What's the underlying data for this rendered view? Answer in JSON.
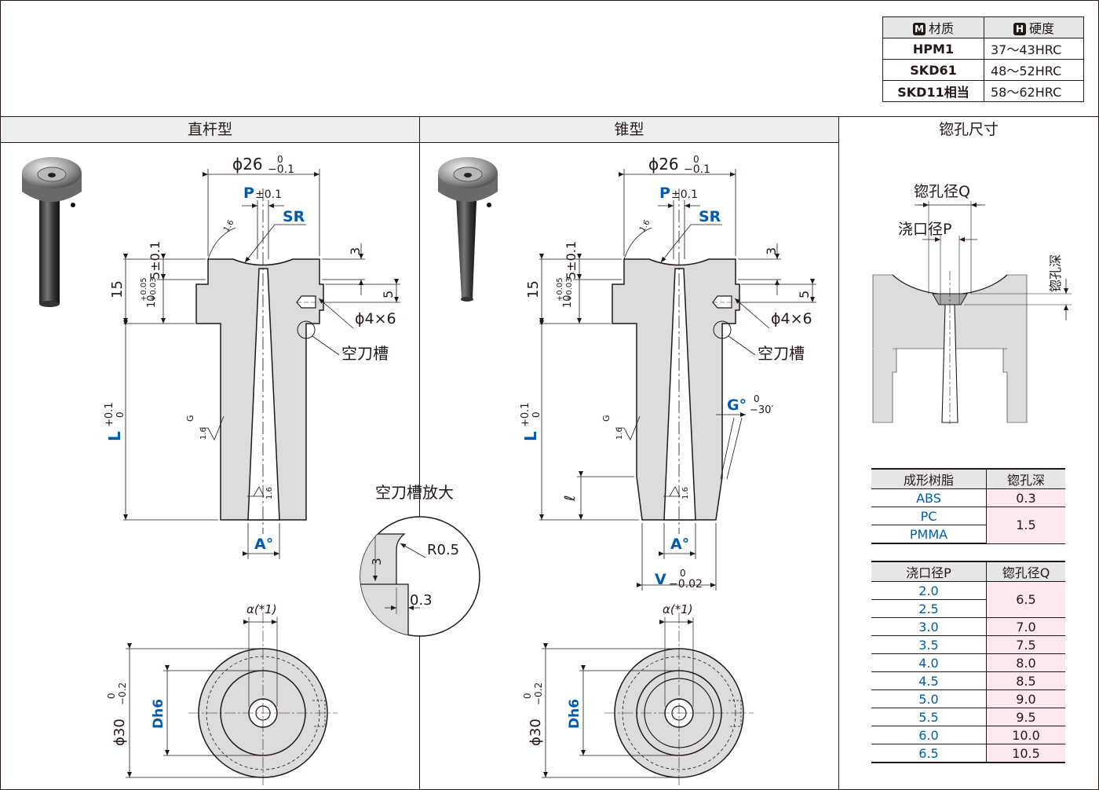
{
  "material_table": {
    "header_material": "材质",
    "header_hardness": "硬度",
    "marker_material": "M",
    "marker_hardness": "H",
    "rows": [
      {
        "material": "HPM1",
        "hardness": "37～43HRC"
      },
      {
        "material": "SKD61",
        "hardness": "48～52HRC"
      },
      {
        "material": "SKD11相当",
        "hardness": "58～62HRC"
      }
    ]
  },
  "panels": {
    "straight": "直杆型",
    "tapered": "锥型",
    "counterbore": "锪孔尺寸"
  },
  "dims": {
    "phi26": "ϕ26",
    "tol_0": "0",
    "tol_m01": "−0.1",
    "p": "P",
    "p_tol": "±0.1",
    "sr": "SR",
    "rough_16": "1.6",
    "d3": "3",
    "d5": "5",
    "d15": "15",
    "d5pm": "5±0.1",
    "d10_tol": "10",
    "tol_p005": "+0.05",
    "tol_p003": "+0.03",
    "hole": "ϕ4×6",
    "relief": "空刀槽",
    "l": "L",
    "l_tol_top": "+0.1",
    "l_tol_bot": "0",
    "g": "G",
    "a_deg": "A°",
    "g_deg": "G°",
    "g_tol": "−30′",
    "ell": "ℓ",
    "v": "V",
    "v_tol": "−0.02",
    "alpha": "α(*1)",
    "phi30": "ϕ30",
    "phi30_tol": "−0.2",
    "dh6": "Dh6"
  },
  "detail": {
    "title": "空刀槽放大",
    "r": "R0.5",
    "h": "3",
    "w": "0.3"
  },
  "counterbore": {
    "q_label": "锪孔径Q",
    "p_label": "浇口径P",
    "depth_label": "锪孔深"
  },
  "resin_table": {
    "header": [
      "成形树脂",
      "锪孔深"
    ],
    "rows": [
      {
        "resin": "ABS",
        "depth": "0.3"
      },
      {
        "resin": "PC",
        "depth": "1.5"
      },
      {
        "resin": "PMMA",
        "depth": ""
      }
    ]
  },
  "gate_table": {
    "header": [
      "浇口径P",
      "锪孔径Q"
    ],
    "rows": [
      {
        "p": "2.0",
        "q": "6.5"
      },
      {
        "p": "2.5",
        "q": ""
      },
      {
        "p": "3.0",
        "q": "7.0"
      },
      {
        "p": "3.5",
        "q": "7.5"
      },
      {
        "p": "4.0",
        "q": "8.0"
      },
      {
        "p": "4.5",
        "q": "8.5"
      },
      {
        "p": "5.0",
        "q": "9.0"
      },
      {
        "p": "5.5",
        "q": "9.5"
      },
      {
        "p": "6.0",
        "q": "10.0"
      },
      {
        "p": "6.5",
        "q": "10.5"
      }
    ]
  },
  "colors": {
    "ink": "#231815",
    "blue": "#005bac",
    "fill": "#dcdcdd",
    "pink": "#fce8ef",
    "head": "#e6e6e6"
  }
}
